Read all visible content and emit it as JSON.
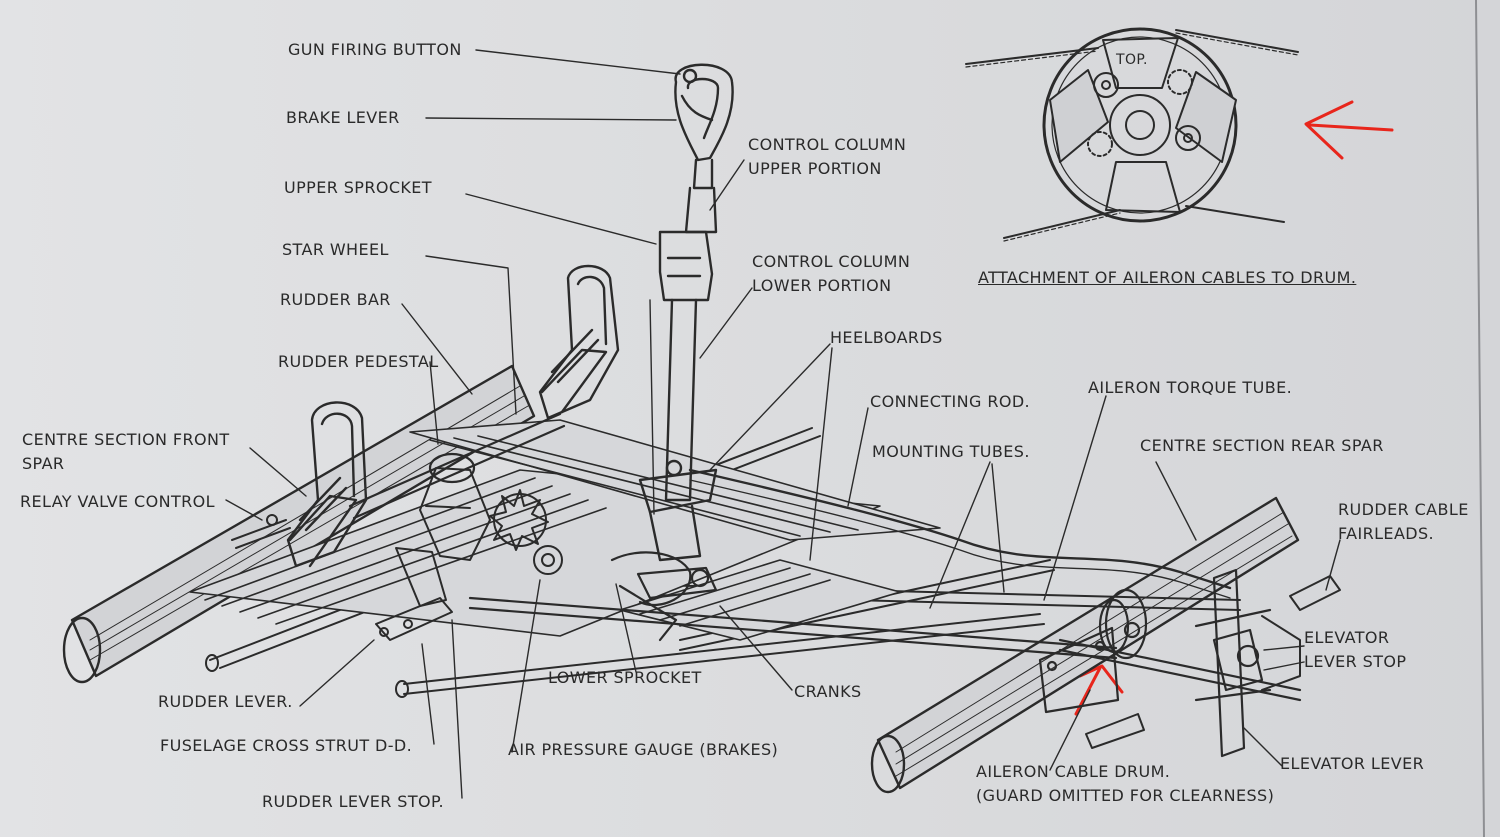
{
  "colors": {
    "ink": "#2b2b2b",
    "paper": "#dcdddf",
    "annotation": "#e8261c"
  },
  "labels": {
    "gun_firing_button": "GUN FIRING BUTTON",
    "brake_lever": "BRAKE LEVER",
    "control_column_upper": [
      "CONTROL COLUMN",
      "UPPER PORTION"
    ],
    "upper_sprocket": "UPPER SPROCKET",
    "star_wheel": "STAR WHEEL",
    "control_column_lower": [
      "CONTROL COLUMN",
      "LOWER PORTION"
    ],
    "rudder_bar": "RUDDER BAR",
    "rudder_pedestal": "RUDDER PEDESTAL",
    "heelboards": "HEELBOARDS",
    "connecting_rod": "CONNECTING ROD.",
    "aileron_torque_tube": "AILERON TORQUE TUBE.",
    "centre_section_front_spar": [
      "CENTRE SECTION FRONT",
      "SPAR"
    ],
    "mounting_tubes": "MOUNTING TUBES.",
    "centre_section_rear_spar": "CENTRE SECTION REAR SPAR",
    "relay_valve_control": "RELAY VALVE CONTROL",
    "rudder_cable_fairleads": [
      "RUDDER CABLE",
      "FAIRLEADS."
    ],
    "elevator_lever_stop": [
      "ELEVATOR",
      "LEVER STOP"
    ],
    "rudder_lever": "RUDDER LEVER.",
    "lower_sprocket": "LOWER SPROCKET",
    "cranks": "CRANKS",
    "fuselage_cross_strut": "FUSELAGE CROSS STRUT D-D.",
    "air_pressure_gauge": "AIR PRESSURE GAUGE (BRAKES)",
    "elevator_lever": "ELEVATOR LEVER",
    "aileron_cable_drum": [
      "AILERON CABLE DRUM.",
      "(GUARD OMITTED FOR CLEARNESS)"
    ],
    "rudder_lever_stop": "RUDDER LEVER STOP.",
    "drum_top": "TOP.",
    "inset_caption": "ATTACHMENT OF AILERON CABLES TO DRUM."
  }
}
